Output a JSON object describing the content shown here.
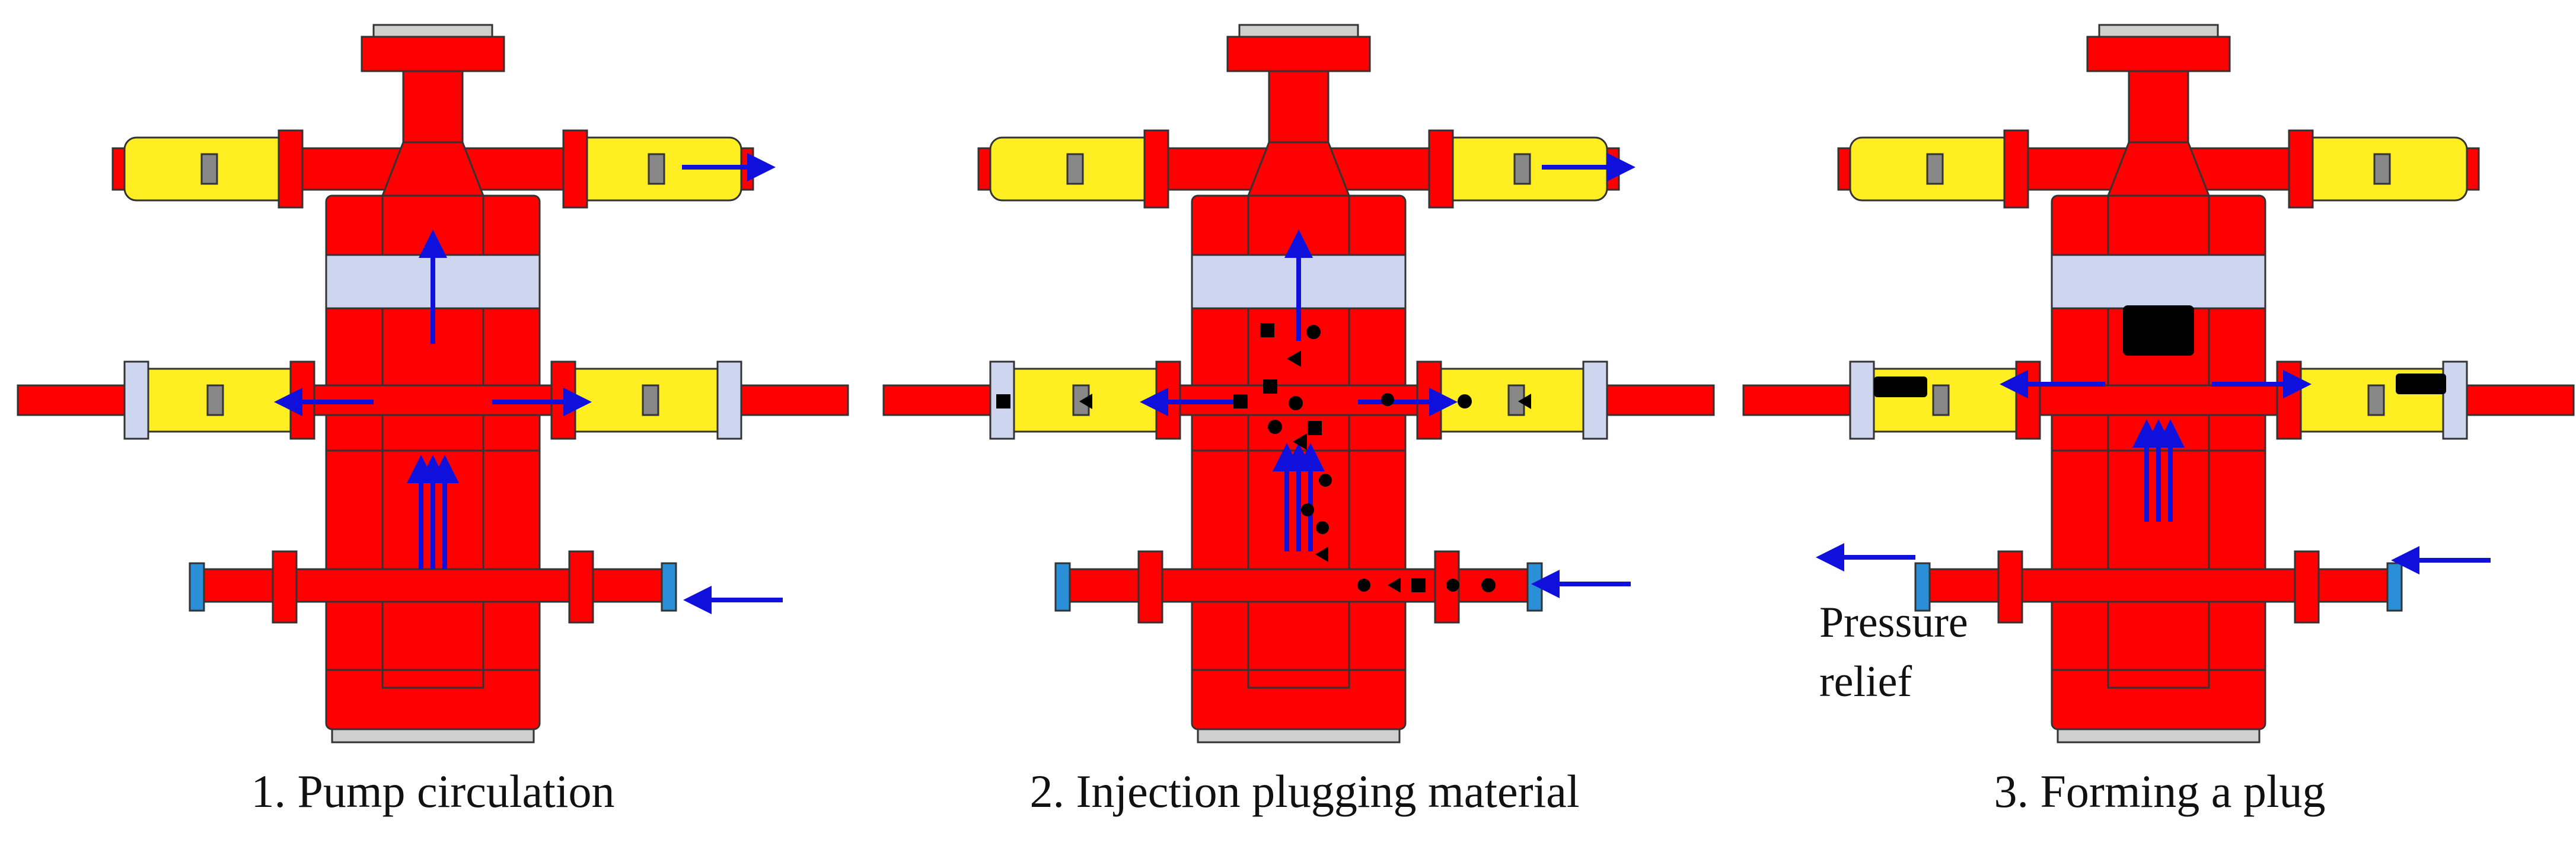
{
  "panels": [
    {
      "caption": "1. Pump circulation"
    },
    {
      "caption": "2. Injection plugging material"
    },
    {
      "caption": "3. Forming a plug"
    }
  ],
  "annotations": {
    "pressure_relief_line1": "Pressure",
    "pressure_relief_line2": "relief"
  },
  "colors": {
    "body": "#ff0000",
    "arm": "#ffee22",
    "ring": "#cdd6ee",
    "flow_arrow": "#1010dd",
    "cap": "#2a8fd6",
    "particles": "#000000",
    "bolt": "#cfcfcf"
  }
}
